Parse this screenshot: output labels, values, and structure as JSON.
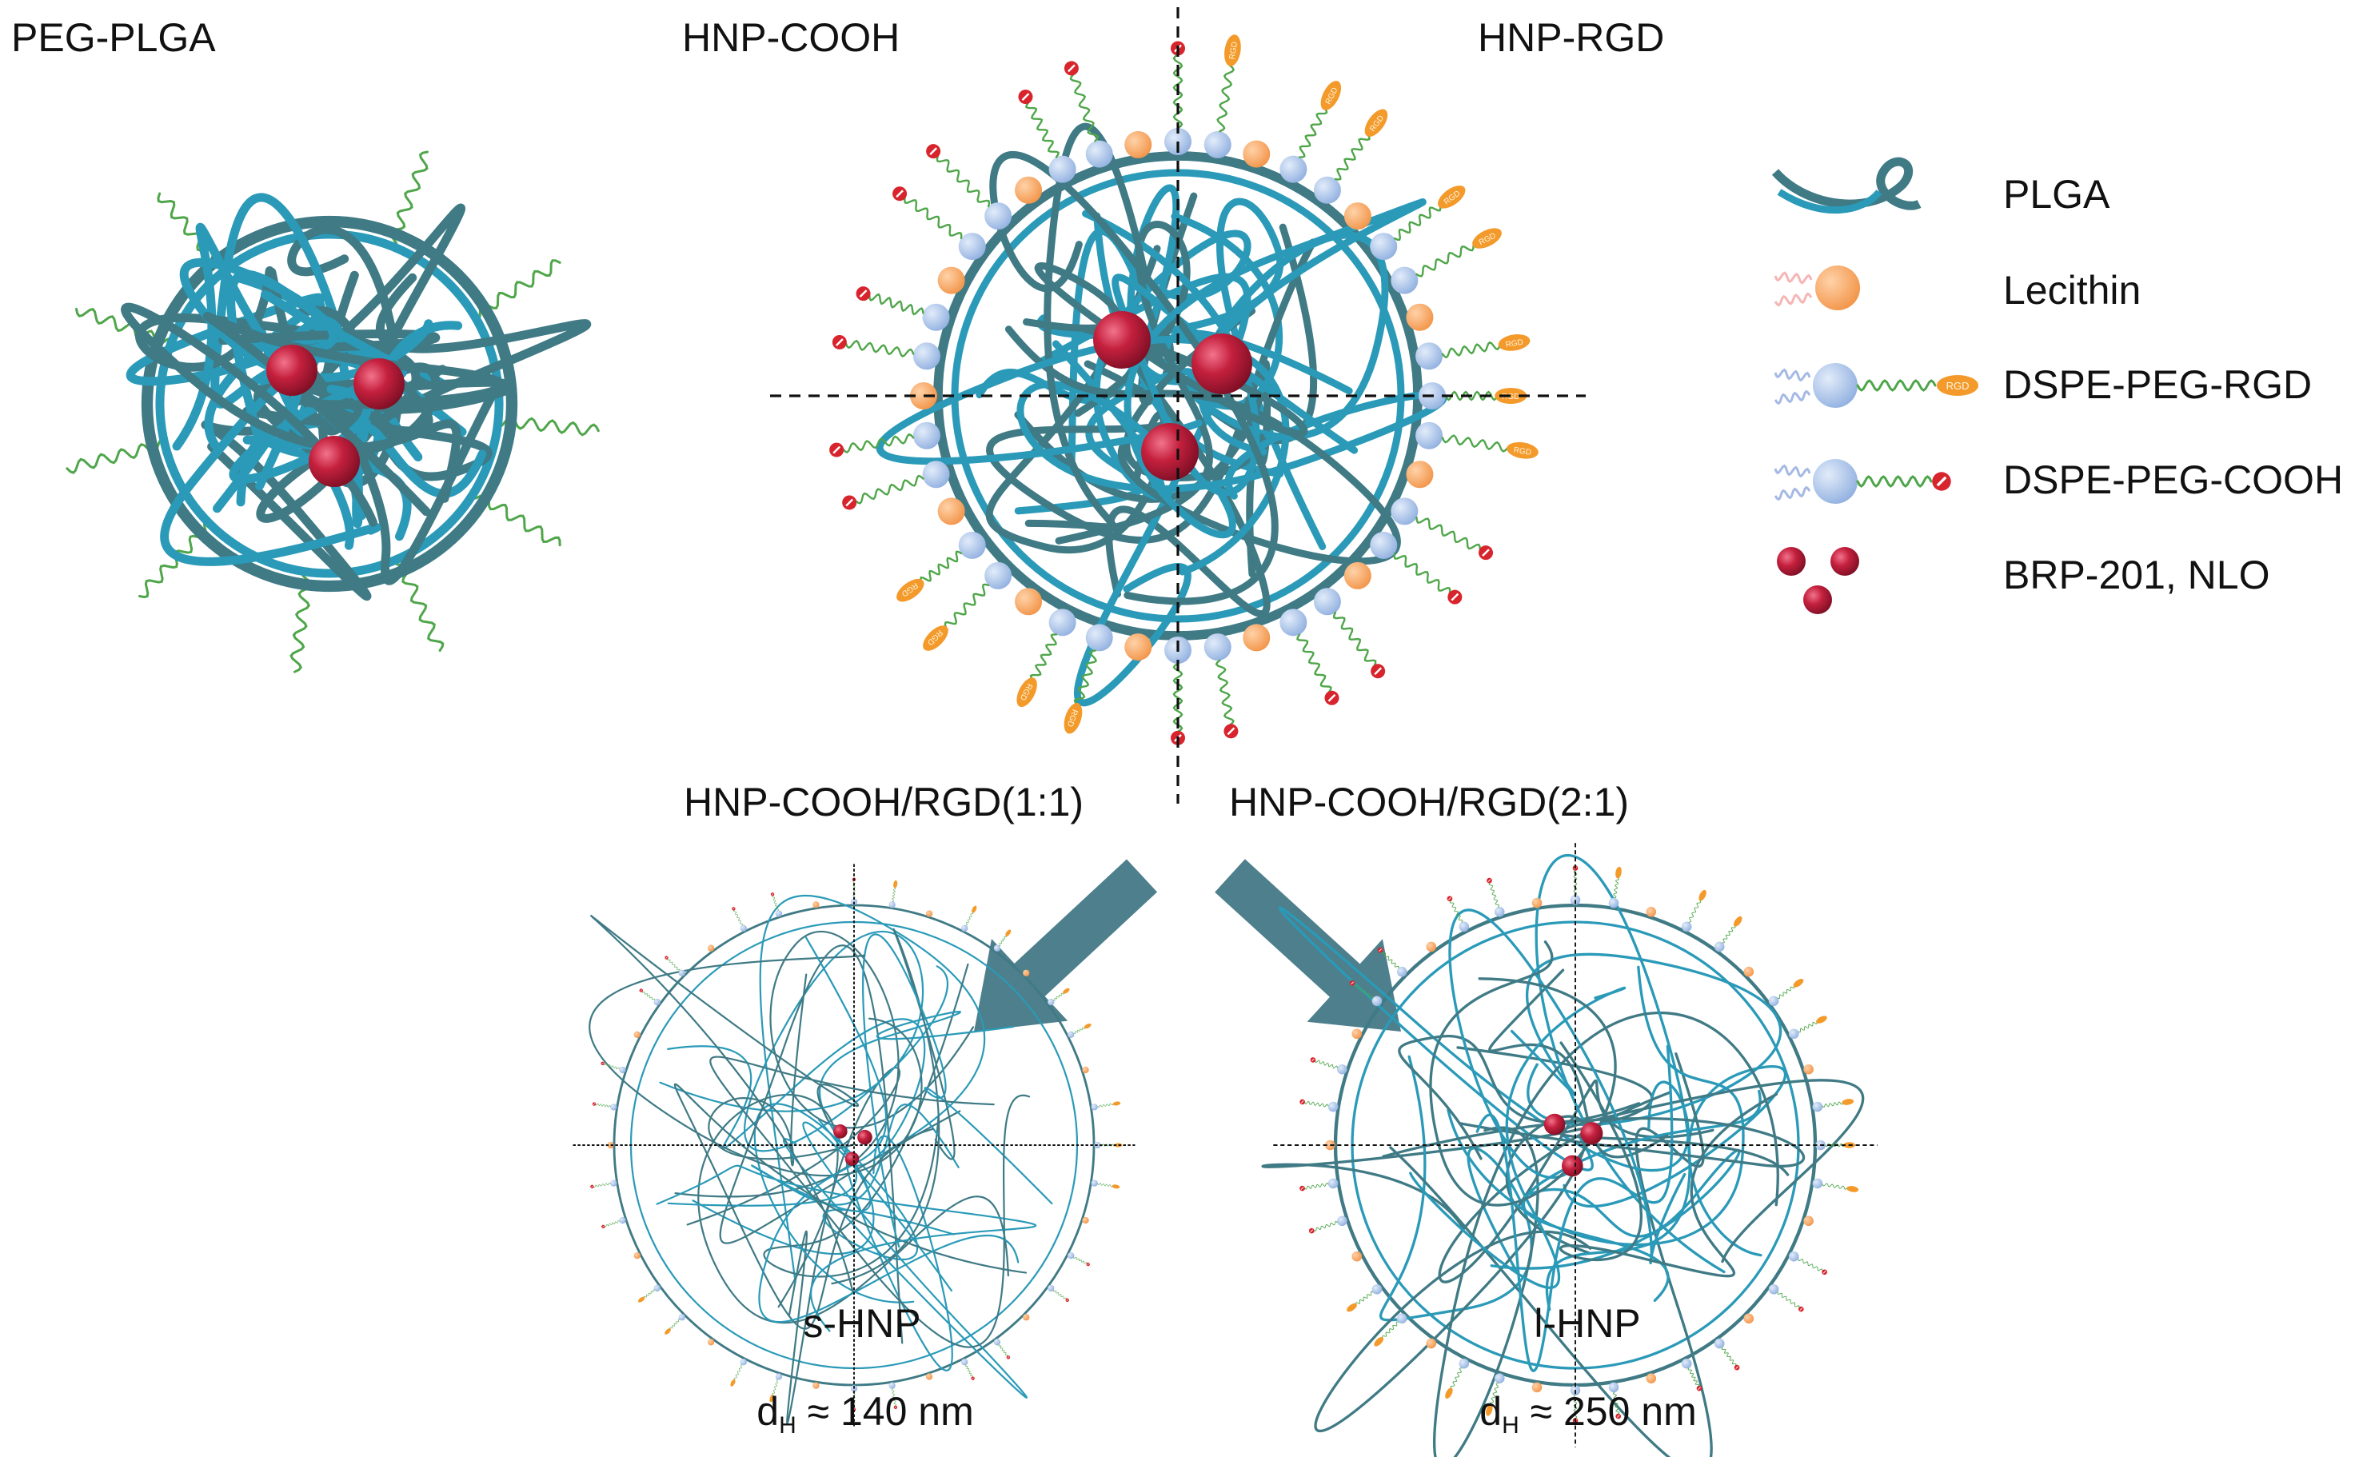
{
  "labels": {
    "peg_plga": "PEG-PLGA",
    "hnp_cooh": "HNP-COOH",
    "hnp_rgd": "HNP-RGD",
    "ratio_1_1": "HNP-COOH/RGD(1:1)",
    "ratio_2_1": "HNP-COOH/RGD(2:1)",
    "s_hnp": "s-HNP",
    "l_hnp": "l-HNP",
    "dh_symbol": "d",
    "dh_subscript": "H",
    "s_hnp_size": " ≈ 140 nm",
    "l_hnp_size": " ≈ 250 nm"
  },
  "legend": [
    {
      "label": "PLGA",
      "icon": "plga-coil-icon"
    },
    {
      "label": "Lecithin",
      "icon": "lecithin-icon"
    },
    {
      "label": "DSPE-PEG-RGD",
      "icon": "dspe-peg-rgd-icon"
    },
    {
      "label": "DSPE-PEG-COOH",
      "icon": "dspe-peg-cooh-icon"
    },
    {
      "label": "BRP-201, NLO",
      "icon": "drug-particles-icon"
    }
  ],
  "tag_text": "RGD",
  "colors": {
    "plga_dark": "#3f7a85",
    "plga_light": "#2a9ab8",
    "peg_green": "#4fa64a",
    "lecithin_orange": "#f6a663",
    "dspe_blue": "#a9c4ea",
    "rgd_orange": "#f39a2b",
    "cooh_red": "#d8242c",
    "drug_red": "#c4203d",
    "arrow": "#4d7f8c"
  }
}
